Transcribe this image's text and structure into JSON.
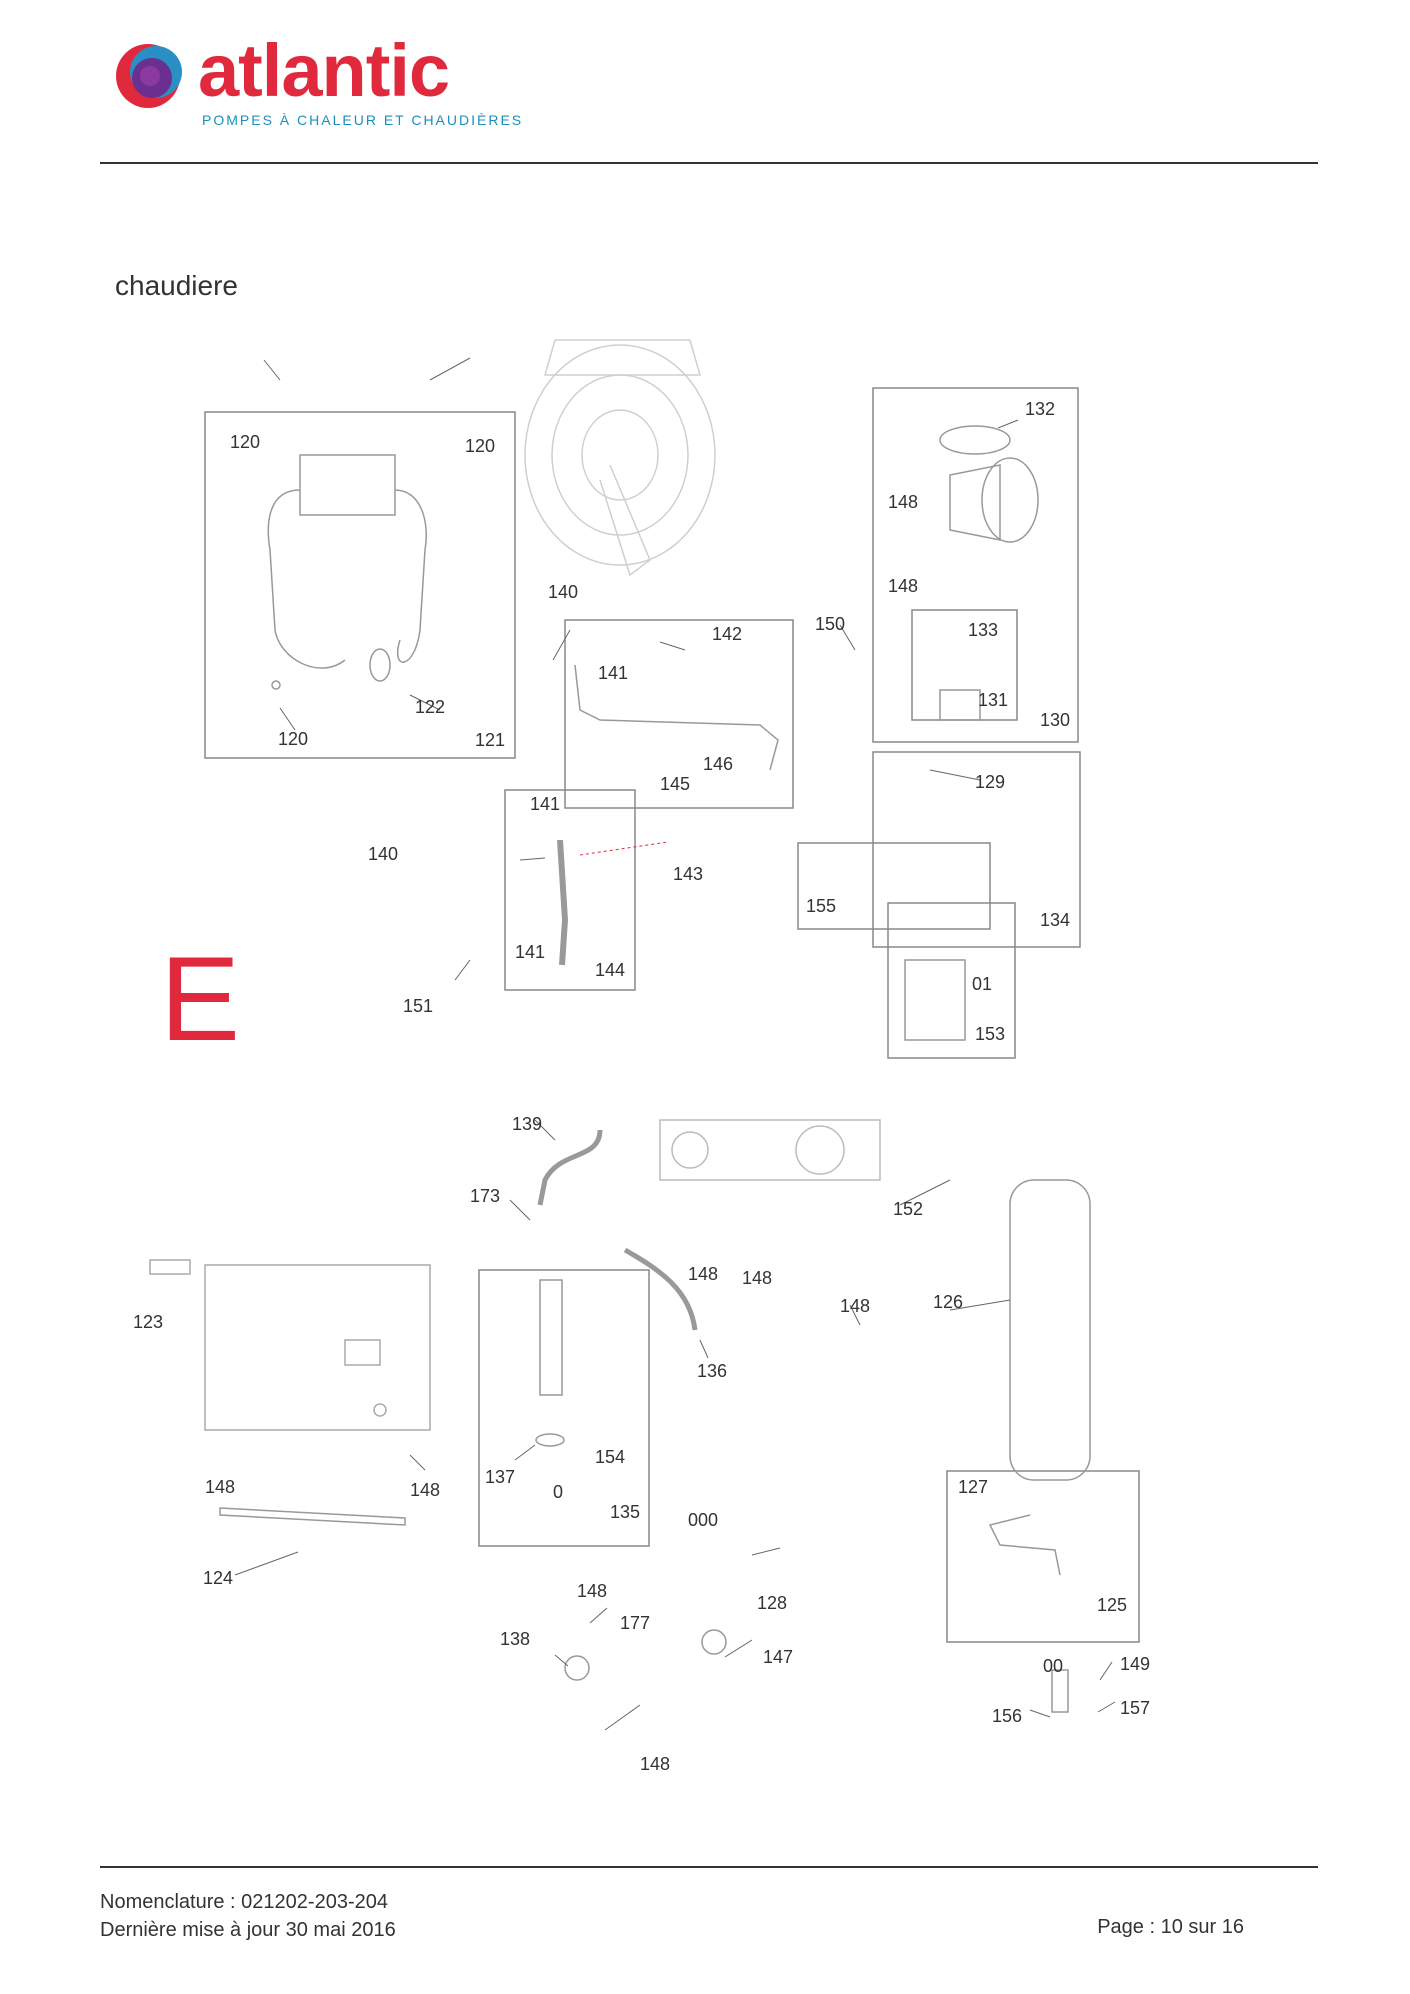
{
  "header": {
    "logo_word": "atlantic",
    "logo_tagline": "POMPES À CHALEUR ET CHAUDIÈRES",
    "brand_red": "#e0293c",
    "brand_blue": "#1a8fbf"
  },
  "section_title": "chaudiere",
  "diagram": {
    "section_letter": "E",
    "part_labels": {
      "l120a": "120",
      "l120b": "120",
      "l120c": "120",
      "l121": "121",
      "l122": "122",
      "l140a": "140",
      "l140b": "140",
      "l141a": "141",
      "l141b": "141",
      "l141c": "141",
      "l142": "142",
      "l143": "143",
      "l144": "144",
      "l145": "145",
      "l146": "146",
      "l150": "150",
      "l151": "151",
      "l132": "132",
      "l148a": "148",
      "l148b": "148",
      "l133": "133",
      "l131": "131",
      "l130": "130",
      "l129": "129",
      "l155": "155",
      "l134": "134",
      "l01": "01",
      "l153": "153",
      "l139": "139",
      "l173": "173",
      "l123": "123",
      "l148c": "148",
      "l148d": "148",
      "l148e": "148",
      "l152": "152",
      "l126": "126",
      "l136": "136",
      "l137": "137",
      "l0": "0",
      "l154": "154",
      "l135": "135",
      "l000": "000",
      "l148f": "148",
      "l148g": "148",
      "l124": "124",
      "l127": "127",
      "l148h": "148",
      "l128": "128",
      "l125": "125",
      "l138": "138",
      "l177": "177",
      "l147": "147",
      "l00": "00",
      "l149": "149",
      "l156": "156",
      "l157": "157",
      "l148i": "148"
    }
  },
  "footer": {
    "nomenclature": "Nomenclature : 021202-203-204",
    "last_update": "Dernière mise à jour 30 mai 2016",
    "page": "Page : 10 sur 16"
  }
}
